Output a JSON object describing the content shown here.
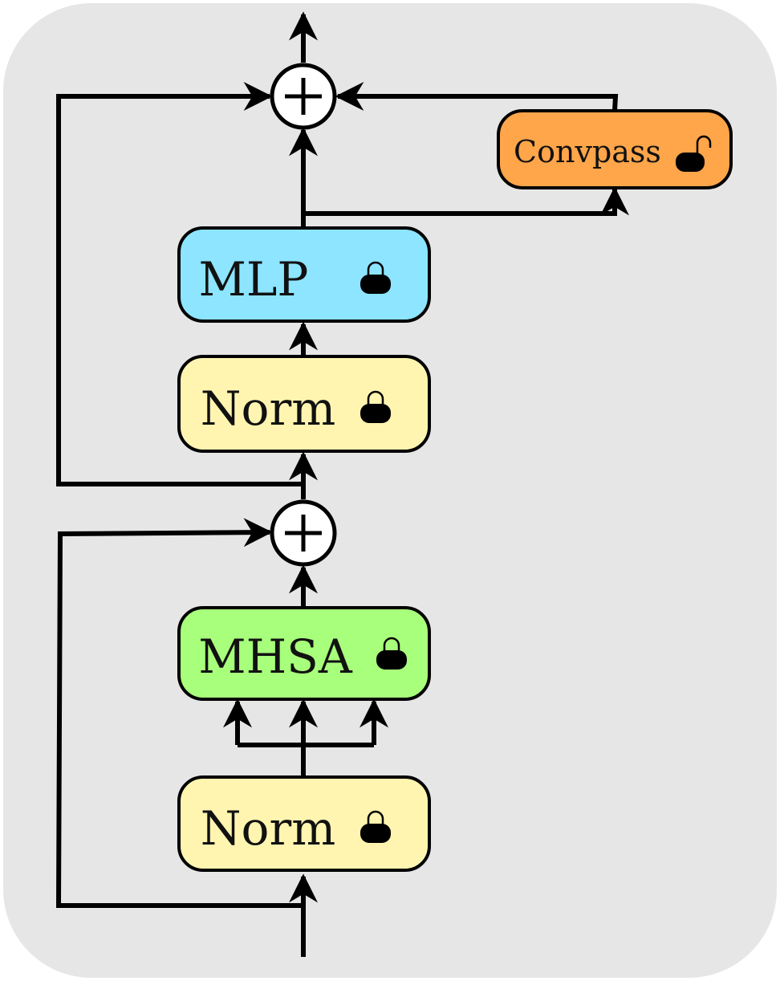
{
  "blocks": {
    "mlp": {
      "label": "MLP",
      "color": "#8de5ff",
      "lock_icon": "locked"
    },
    "norm_top": {
      "label": "Norm",
      "color": "#fff5b0",
      "lock_icon": "locked"
    },
    "mhsa": {
      "label": "MHSA",
      "color": "#a8ff7c",
      "lock_icon": "locked"
    },
    "norm_bottom": {
      "label": "Norm",
      "color": "#fff5b0",
      "lock_icon": "locked"
    },
    "convpass": {
      "label": "Convpass",
      "color": "#ffa54a",
      "lock_icon": "unlocked"
    }
  },
  "operators": {
    "add_top": {
      "symbol": "plus"
    },
    "add_bottom": {
      "symbol": "plus"
    }
  },
  "colors": {
    "background": "#e6e6e6",
    "stroke": "#000000"
  }
}
